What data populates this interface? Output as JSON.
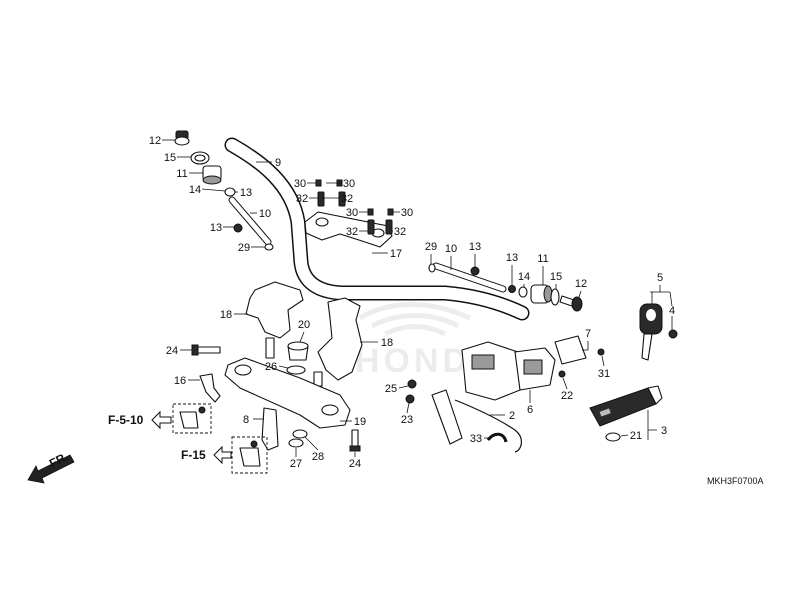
{
  "diagram": {
    "code": "MKH3F0700A",
    "watermark": "HONDA"
  },
  "callouts": [
    "12",
    "15",
    "11",
    "14",
    "13",
    "10",
    "13",
    "29",
    "9",
    "30",
    "30",
    "32",
    "32",
    "30",
    "30",
    "32",
    "32",
    "17",
    "29",
    "10",
    "13",
    "13",
    "14",
    "11",
    "15",
    "12",
    "5",
    "4",
    "18",
    "20",
    "18",
    "7",
    "24",
    "26",
    "31",
    "22",
    "16",
    "25",
    "23",
    "6",
    "2",
    "8",
    "19",
    "3",
    "21",
    "33",
    "27",
    "28",
    "24"
  ],
  "references": {
    "f5_10": "F-5-10",
    "f15": "F-15"
  },
  "direction": {
    "label": "FR."
  }
}
